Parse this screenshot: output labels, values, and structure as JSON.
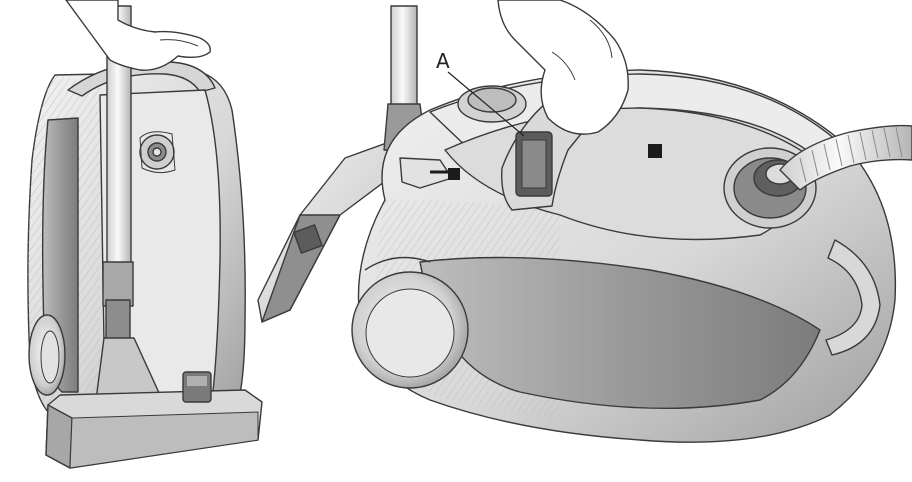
{
  "diagram": {
    "callouts": [
      {
        "id": "A",
        "label": "A",
        "target": "bag-change-indicator-window"
      }
    ],
    "colors": {
      "outline": "#3a3a3a",
      "body_light": "#e6e6e6",
      "body_mid": "#c9c9c9",
      "body_dark": "#8f8f8f",
      "panel_dark": "#6d6d6d",
      "black": "#1b1b1b"
    },
    "views": [
      {
        "name": "upright-storage-view"
      },
      {
        "name": "carry-handle-view"
      }
    ]
  }
}
